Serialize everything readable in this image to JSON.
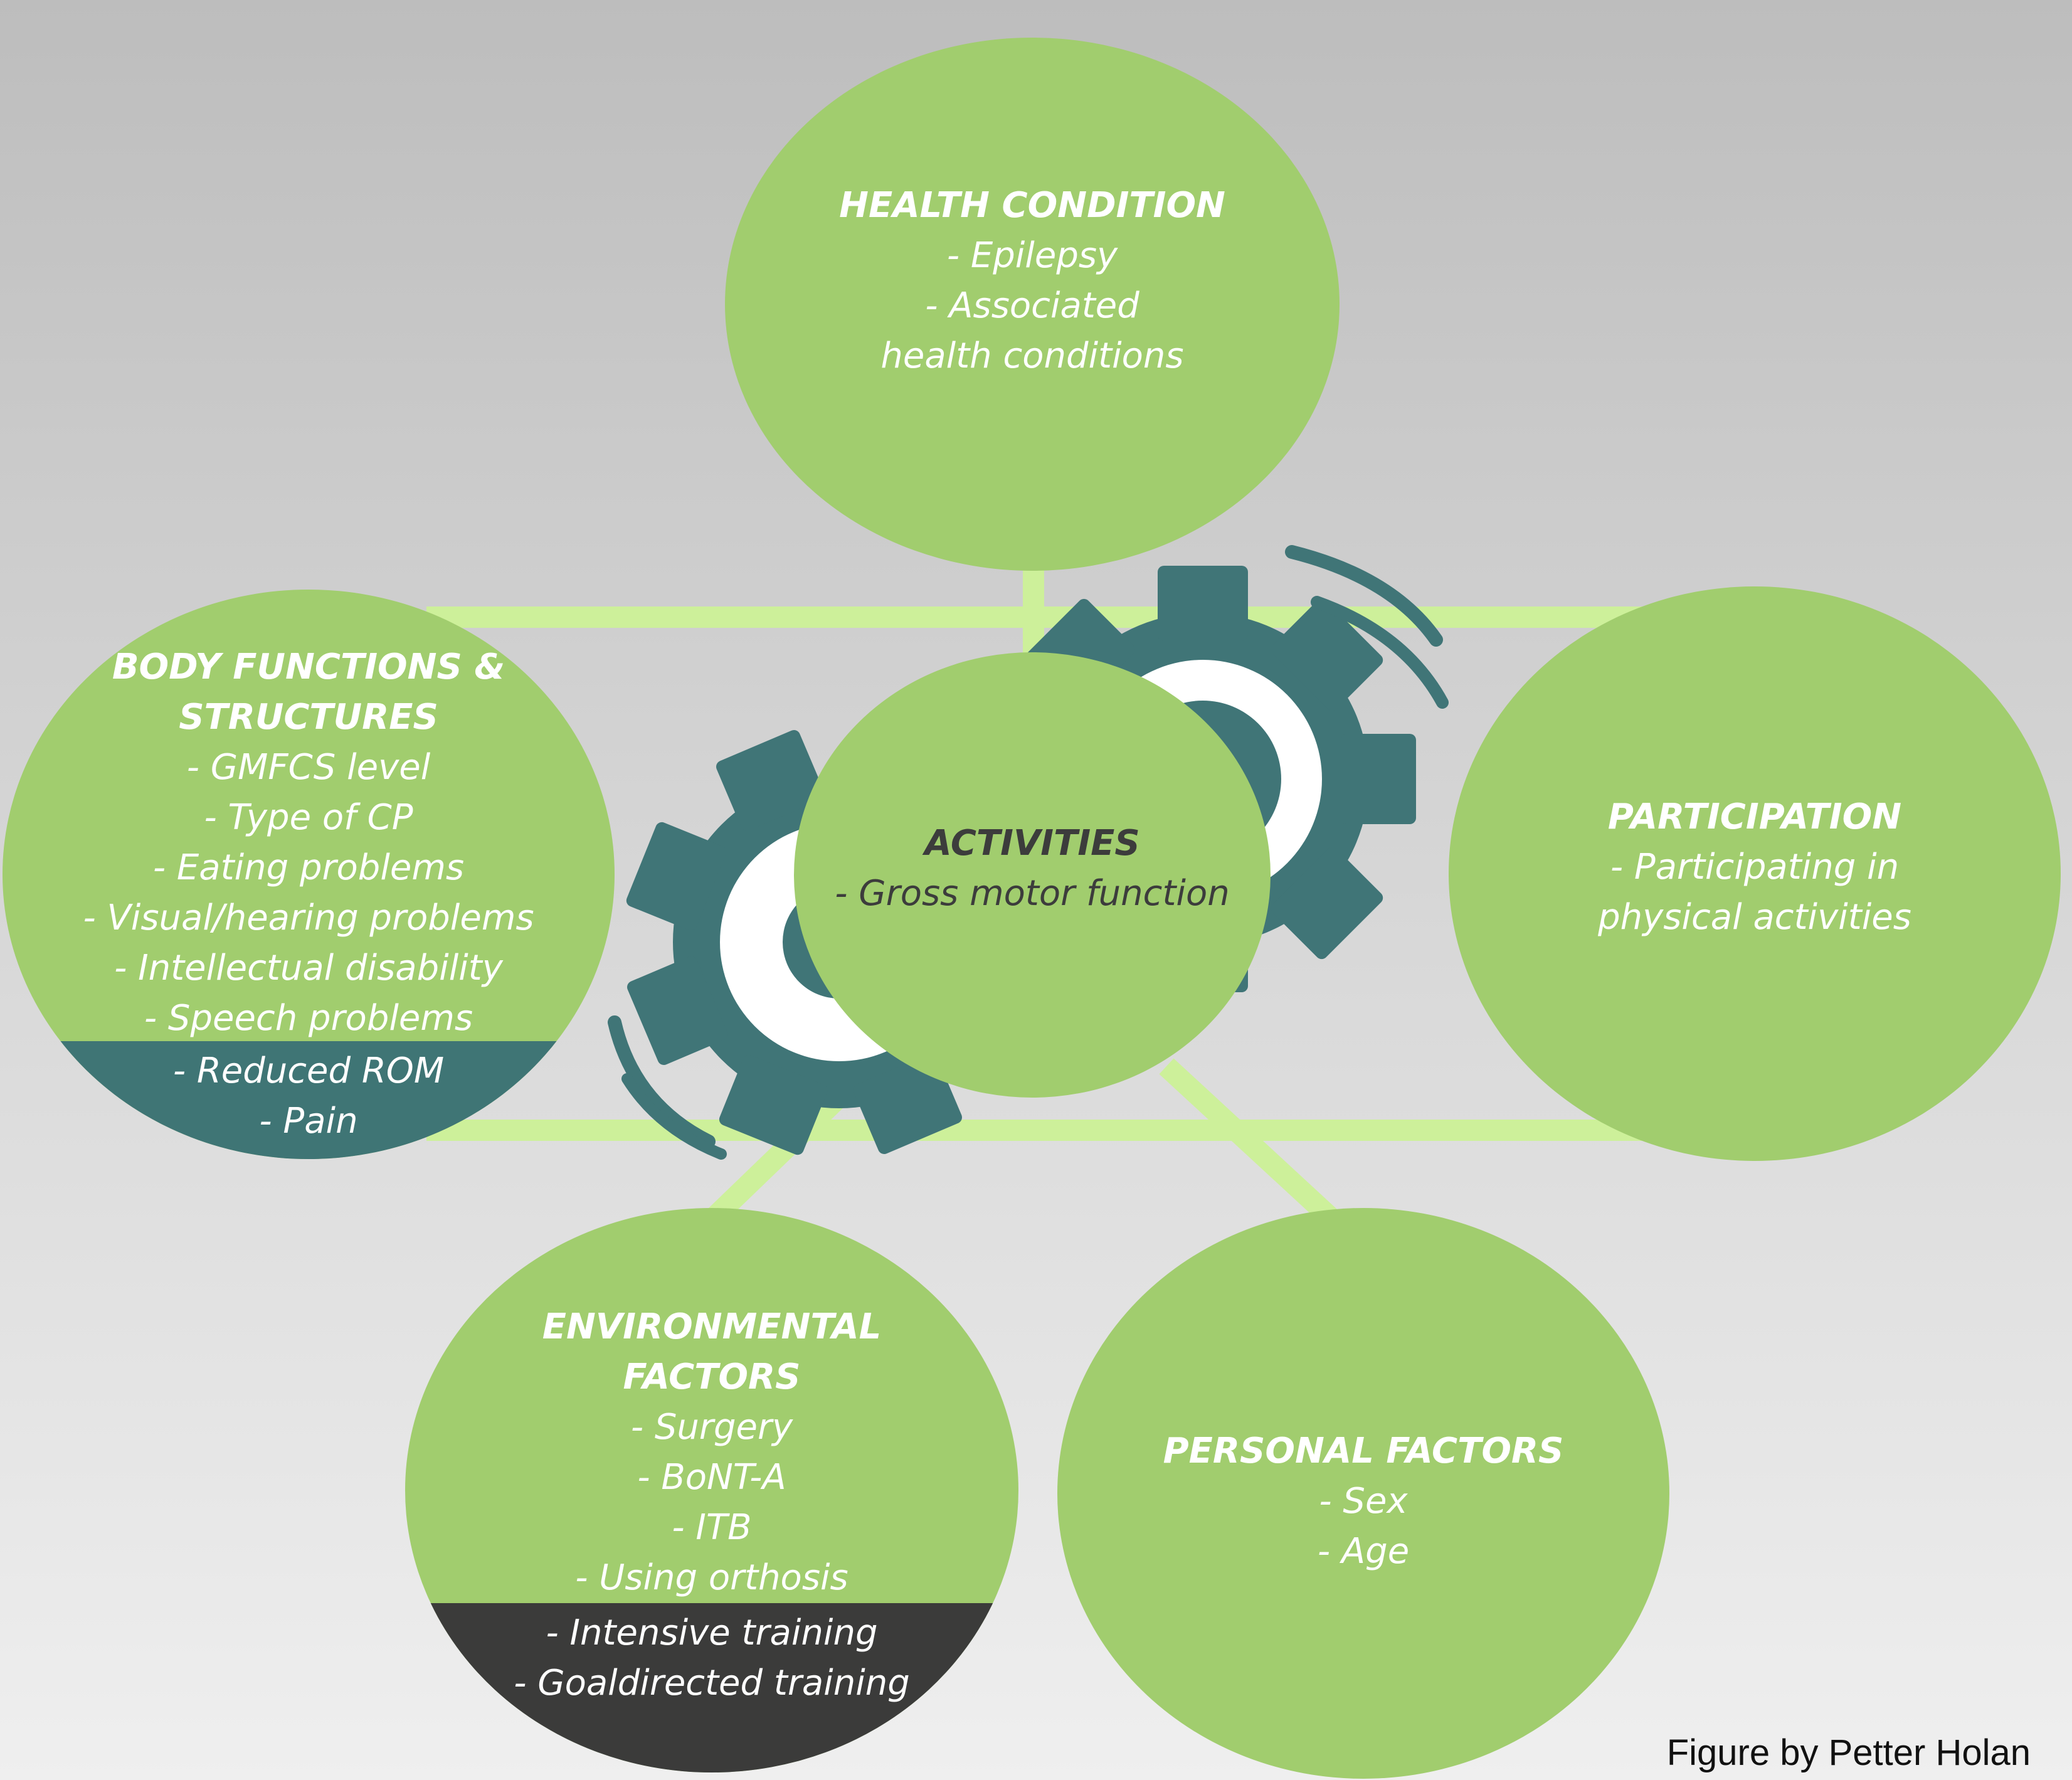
{
  "colors": {
    "background_top": "#bdbdbd",
    "background_bottom": "#efefef",
    "node_green": "#a1cd6e",
    "connector_green": "#cdf09a",
    "gear_teal": "#407577",
    "dark_teal_band": "#3f7575",
    "dark_gray_band": "#3b3b3a",
    "node_text": "#ffffff",
    "center_text": "#3c3c3c"
  },
  "icons": [
    "gear-icon",
    "gear-icon",
    "motion-lines-icon"
  ],
  "nodes": {
    "health_condition": {
      "title": "HEALTH CONDITION",
      "items": [
        "- Epilepsy",
        "- Associated",
        "health conditions"
      ]
    },
    "body_functions": {
      "title_lines": [
        "BODY FUNCTIONS &",
        "STRUCTURES"
      ],
      "items": [
        "- GMFCS level",
        "- Type of CP",
        "- Eating problems",
        "- Visual/hearing problems",
        "- Intellectual disability",
        "- Speech problems"
      ],
      "highlighted_items": [
        "- Reduced ROM",
        "- Pain"
      ]
    },
    "activities": {
      "title": "ACTIVITIES",
      "items": [
        "- Gross motor function"
      ]
    },
    "participation": {
      "title": "PARTICIPATION",
      "items": [
        "- Participating in",
        "physical activities"
      ]
    },
    "environmental_factors": {
      "title_lines": [
        "ENVIRONMENTAL",
        "FACTORS"
      ],
      "items": [
        "- Surgery",
        "- BoNT-A",
        "- ITB",
        "- Using orthosis"
      ],
      "highlighted_items": [
        "- Intensive training",
        "- Goaldirected training"
      ]
    },
    "personal_factors": {
      "title": "PERSONAL FACTORS",
      "items": [
        "- Sex",
        "- Age"
      ]
    }
  },
  "credit": "Figure by Petter Holan"
}
